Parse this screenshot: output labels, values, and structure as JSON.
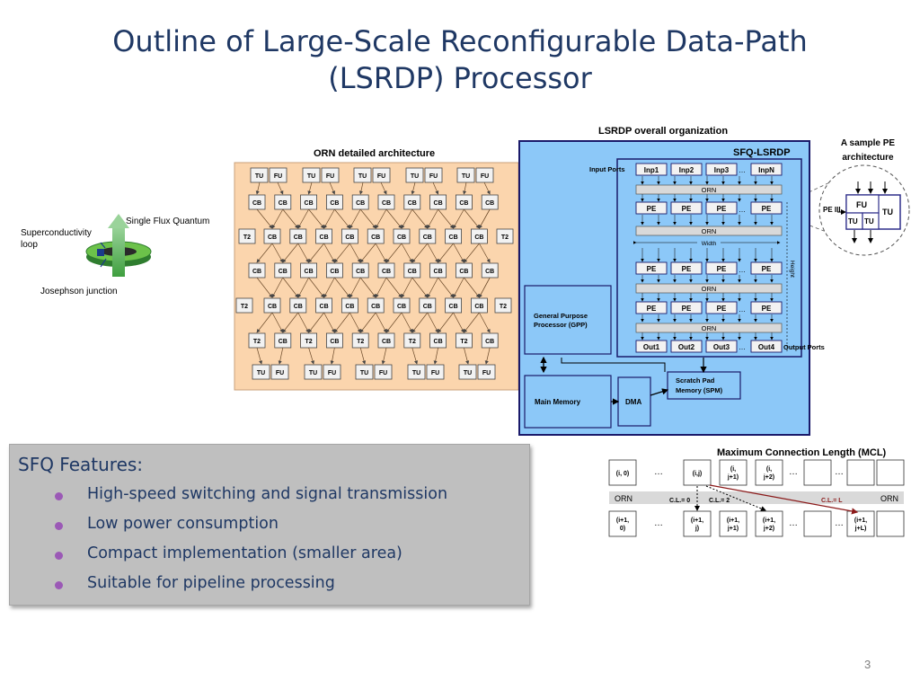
{
  "slide": {
    "title_line1": "Outline of Large-Scale Reconfigurable Data-Path",
    "title_line2": "(LSRDP) Processor",
    "page_number": "3"
  },
  "sfq_device": {
    "single_flux_label": "Single Flux Quantum",
    "loop_label_1": "Superconductivity",
    "loop_label_2": "loop",
    "junction_label": "Josephson junction"
  },
  "orn_architecture": {
    "title": "ORN detailed architecture",
    "unit_tu": "TU",
    "unit_fu": "FU",
    "unit_cb": "CB",
    "unit_t2": "T2"
  },
  "lsrdp_organization": {
    "title": "LSRDP overall organization",
    "panel_label": "SFQ-LSRDP",
    "input_ports": "Input Ports",
    "output_ports": "Output Ports",
    "inputs": [
      "Inp1",
      "Inp2",
      "Inp3",
      "InpN"
    ],
    "outputs": [
      "Out1",
      "Out2",
      "Out3",
      "Out4"
    ],
    "pe": "PE",
    "orn": "ORN",
    "ellipsis": "…",
    "width": "Width",
    "height": "Height",
    "gpp": [
      "General Purpose",
      "Processor (GPP)"
    ],
    "main_memory": "Main Memory",
    "dma": "DMA",
    "spm": [
      "Scratch Pad",
      "Memory (SPM)"
    ]
  },
  "pe_sample": {
    "title_1": "A sample PE",
    "title_2": "architecture",
    "pe_label": "PE III",
    "fu": "FU",
    "tu": "TU"
  },
  "mcl": {
    "title": "Maximum Connection Length (MCL)",
    "orn": "ORN",
    "top_cells": [
      [
        "(i, 0)"
      ],
      [
        "(i,j)"
      ],
      [
        "(i,",
        "j+1)"
      ],
      [
        "(i,",
        "j+2)"
      ]
    ],
    "bottom_cells": [
      [
        "(i+1,",
        "0)"
      ],
      [
        "(i+1,",
        "j)"
      ],
      [
        "(i+1,",
        "j+1)"
      ],
      [
        "(i+1,",
        "j+2)"
      ],
      [
        "(i+1,",
        "j+L)"
      ]
    ],
    "cl0": "C.L.= 0",
    "cl2": "C.L.= 2",
    "cll": "C.L.= L",
    "ellipsis": "…"
  },
  "features": {
    "heading": "SFQ Features:",
    "items": [
      "High-speed switching and signal transmission",
      "Low power consumption",
      "Compact implementation (smaller area)",
      "Suitable for pipeline processing"
    ]
  },
  "colors": {
    "title": "#1f3864",
    "orn_panel": "#fbd5ad",
    "lsrdp_panel": "#8cc8f8",
    "bullet": "#9b59b6",
    "pe_box": "#2e2e8a"
  }
}
